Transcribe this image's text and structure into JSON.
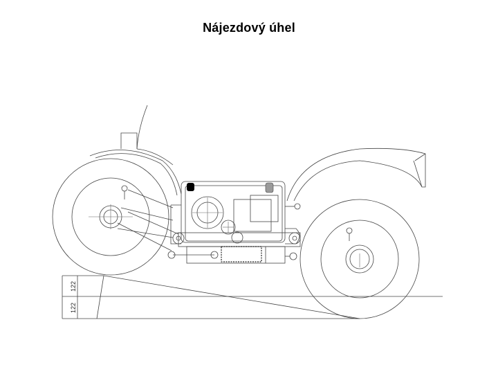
{
  "title": "Nájezdový úhel",
  "dimensions": {
    "upper": "122",
    "lower": "122"
  },
  "colors": {
    "line": "#444444",
    "background": "#ffffff",
    "fill_dark": "#000000",
    "fill_gray": "#9a9a9a"
  }
}
